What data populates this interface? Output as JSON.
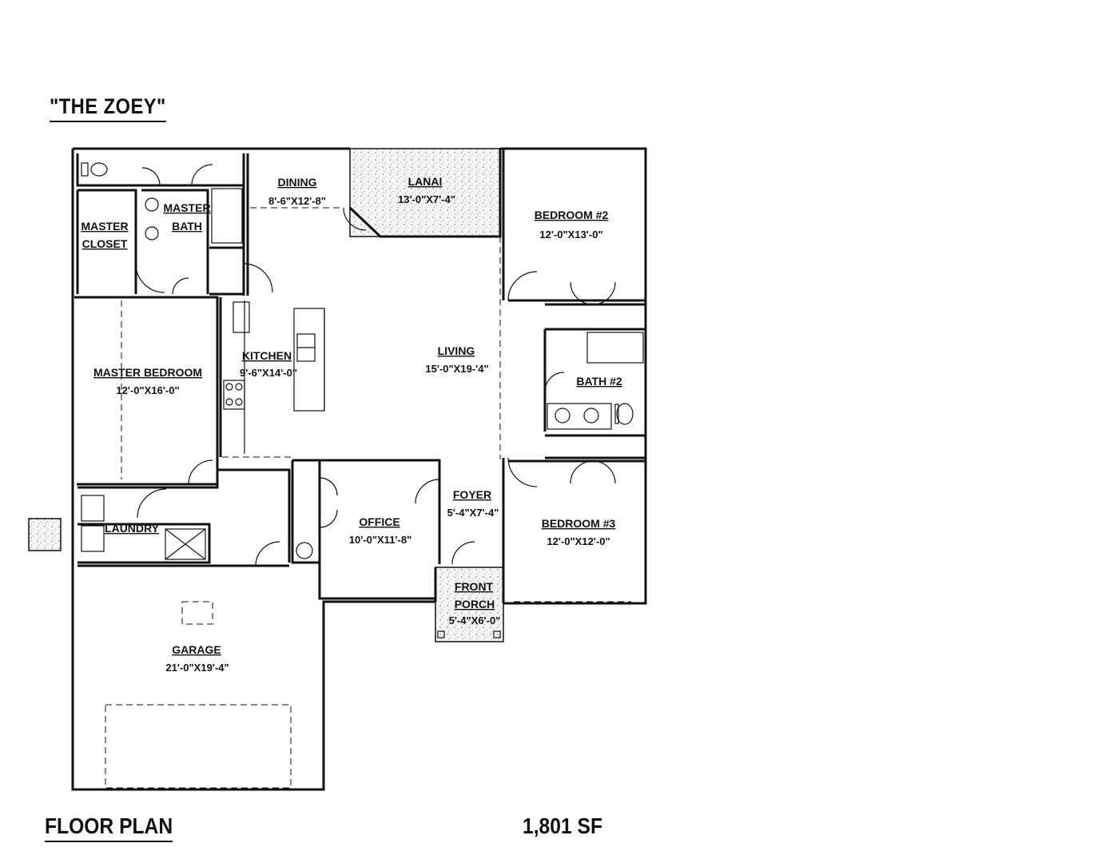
{
  "plan_name": "\"THE ZOEY\"",
  "footer": {
    "label": "FLOOR PLAN",
    "area": "1,801 SF"
  },
  "rooms": {
    "dining": {
      "name": "DINING",
      "dims": "8'-6\"X12'-8\""
    },
    "lanai": {
      "name": "LANAI",
      "dims": "13'-0\"X7'-4\""
    },
    "bedroom2": {
      "name": "BEDROOM #2",
      "dims": "12'-0\"X13'-0\""
    },
    "master_bath": {
      "line1": "MASTER",
      "line2": "BATH"
    },
    "master_closet": {
      "line1": "MASTER",
      "line2": "CLOSET"
    },
    "kitchen": {
      "name": "KITCHEN",
      "dims": "9'-6\"X14'-0\""
    },
    "living": {
      "name": "LIVING",
      "dims": "15'-0\"X19-'4\""
    },
    "master_bedroom": {
      "name": "MASTER BEDROOM",
      "dims": "12'-0\"X16'-0\""
    },
    "bath2": {
      "name": "BATH #2"
    },
    "foyer": {
      "name": "FOYER",
      "dims": "5'-4\"X7'-4\""
    },
    "office": {
      "name": "OFFICE",
      "dims": "10'-0\"X11'-8\""
    },
    "bedroom3": {
      "name": "BEDROOM #3",
      "dims": "12'-0\"X12'-0\""
    },
    "laundry": {
      "name": "LAUNDRY"
    },
    "front_porch": {
      "line1": "FRONT",
      "line2": "PORCH",
      "dims": "5'-4\"X6'-0\""
    },
    "garage": {
      "name": "GARAGE",
      "dims": "21'-0\"X19'-4\""
    }
  }
}
